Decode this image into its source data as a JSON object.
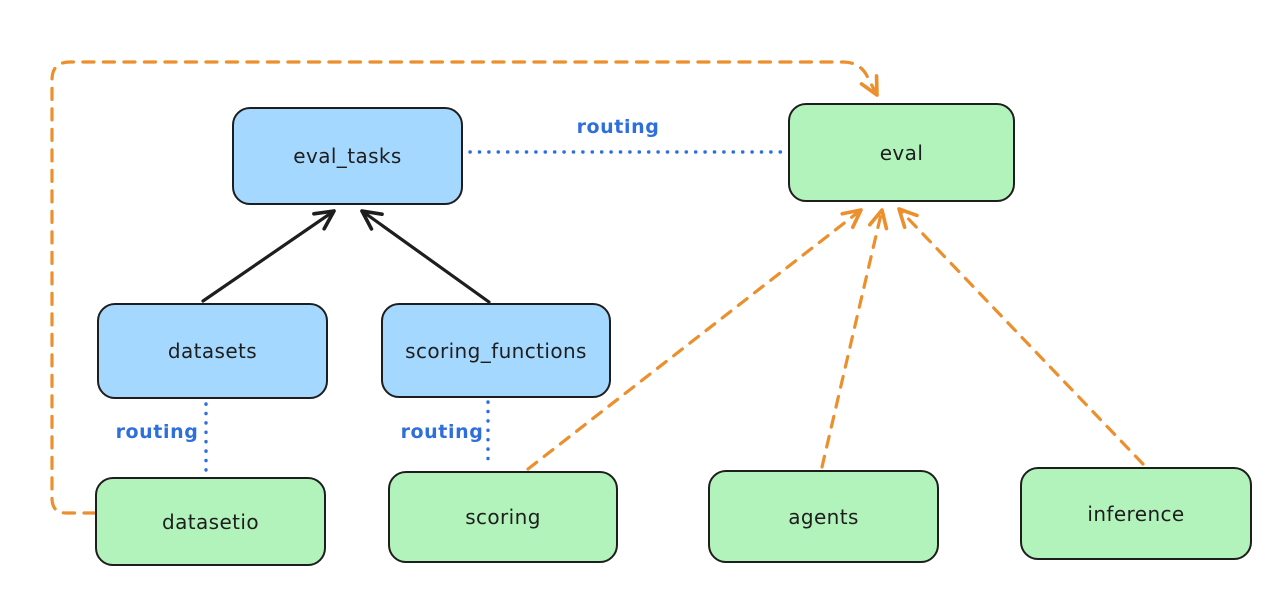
{
  "diagram": {
    "type": "architecture-diagram",
    "background": "#ffffff",
    "colors": {
      "resource_node_fill_blue": "#a5d8ff",
      "provider_node_fill_green": "#b2f2bb",
      "node_border": "#1e1e1e",
      "routing_blue": "#2f6fdd",
      "dashed_orange": "#ec8f2d",
      "solid_arrow_black": "#1e1e1e"
    },
    "nodes": {
      "eval_tasks": {
        "label": "eval_tasks",
        "color": "blue"
      },
      "eval": {
        "label": "eval",
        "color": "green"
      },
      "datasets": {
        "label": "datasets",
        "color": "blue"
      },
      "scoring_functions": {
        "label": "scoring_functions",
        "color": "blue"
      },
      "datasetio": {
        "label": "datasetio",
        "color": "green"
      },
      "scoring": {
        "label": "scoring",
        "color": "green"
      },
      "agents": {
        "label": "agents",
        "color": "green"
      },
      "inference": {
        "label": "inference",
        "color": "green"
      }
    },
    "edge_labels": {
      "eval_tasks_to_eval": "routing",
      "datasets_to_datasetio": "routing",
      "scoring_functions_to_scoring": "routing"
    },
    "edges": [
      {
        "from": "datasets",
        "to": "eval_tasks",
        "style": "solid",
        "color": "black",
        "arrow": true,
        "label": ""
      },
      {
        "from": "scoring_functions",
        "to": "eval_tasks",
        "style": "solid",
        "color": "black",
        "arrow": true,
        "label": ""
      },
      {
        "from": "eval_tasks",
        "to": "eval",
        "style": "dotted",
        "color": "blue",
        "arrow": false,
        "label": "routing"
      },
      {
        "from": "datasets",
        "to": "datasetio",
        "style": "dotted",
        "color": "blue",
        "arrow": false,
        "label": "routing"
      },
      {
        "from": "scoring_functions",
        "to": "scoring",
        "style": "dotted",
        "color": "blue",
        "arrow": false,
        "label": "routing"
      },
      {
        "from": "datasetio",
        "to": "eval",
        "style": "dashed",
        "color": "orange",
        "arrow": true,
        "label": ""
      },
      {
        "from": "scoring",
        "to": "eval",
        "style": "dashed",
        "color": "orange",
        "arrow": true,
        "label": ""
      },
      {
        "from": "agents",
        "to": "eval",
        "style": "dashed",
        "color": "orange",
        "arrow": true,
        "label": ""
      },
      {
        "from": "inference",
        "to": "eval",
        "style": "dashed",
        "color": "orange",
        "arrow": true,
        "label": ""
      }
    ]
  }
}
